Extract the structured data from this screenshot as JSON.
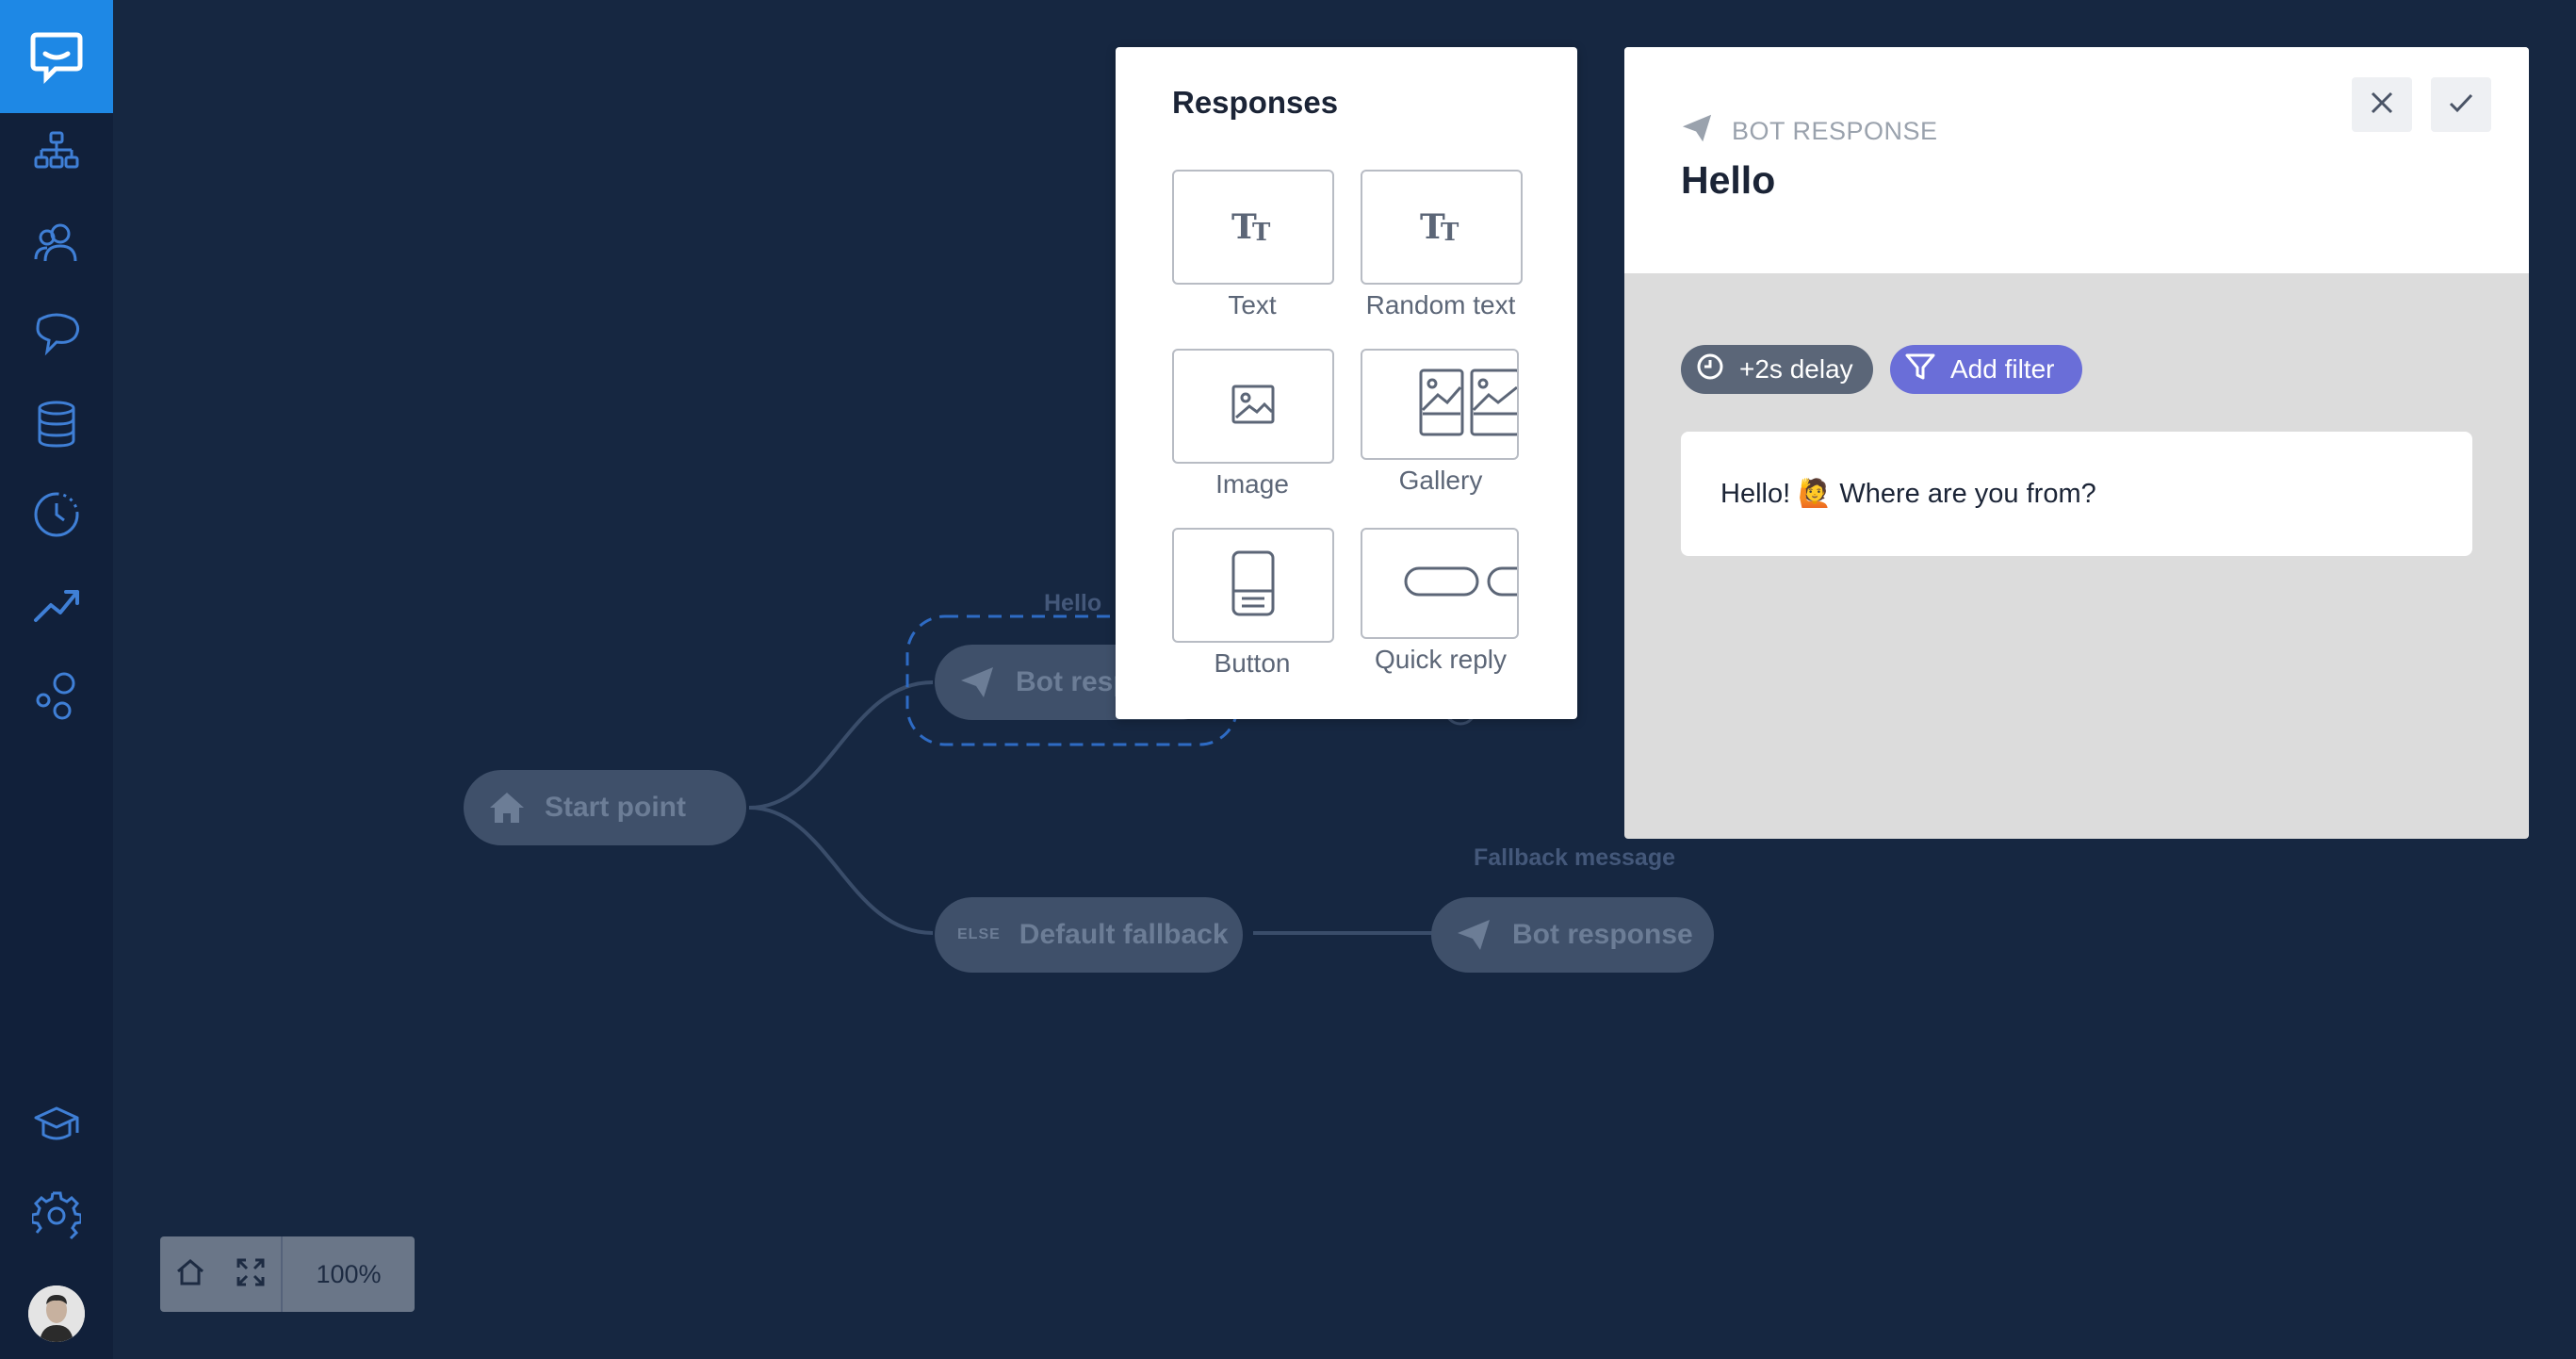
{
  "sidebar": {
    "logo": "chat-logo-icon",
    "items": [
      {
        "name": "flow-map-icon"
      },
      {
        "name": "users-icon"
      },
      {
        "name": "conversations-icon"
      },
      {
        "name": "database-icon"
      },
      {
        "name": "history-icon"
      },
      {
        "name": "reports-icon"
      },
      {
        "name": "integrations-icon"
      }
    ],
    "bottom": [
      {
        "name": "learning-icon"
      },
      {
        "name": "settings-icon"
      }
    ]
  },
  "canvas": {
    "start_node": "Start point",
    "hello_label": "Hello",
    "bot_node_truncated": "Bot resp",
    "fallback_node": "Default fallback",
    "else_tag": "ELSE",
    "fallback_label": "Fallback message",
    "fallback_bot_node": "Bot response"
  },
  "zoom": {
    "value": "100%"
  },
  "responses": {
    "title": "Responses",
    "tiles": [
      {
        "label": "Text",
        "icon": "text-icon"
      },
      {
        "label": "Random text",
        "icon": "random-text-icon"
      },
      {
        "label": "Image",
        "icon": "image-icon"
      },
      {
        "label": "Gallery",
        "icon": "gallery-icon"
      },
      {
        "label": "Button",
        "icon": "button-icon"
      },
      {
        "label": "Quick reply",
        "icon": "quick-reply-icon"
      }
    ]
  },
  "editor": {
    "type": "BOT RESPONSE",
    "title": "Hello",
    "delay_chip": "+2s delay",
    "filter_chip": "Add filter",
    "message": "Hello! 🙋 Where are you from?"
  },
  "colors": {
    "background": "#162741",
    "sidebar": "#11203a",
    "brand": "#1e88e5",
    "filter_chip": "#6a6ed8",
    "delay_chip": "#5b6678"
  }
}
